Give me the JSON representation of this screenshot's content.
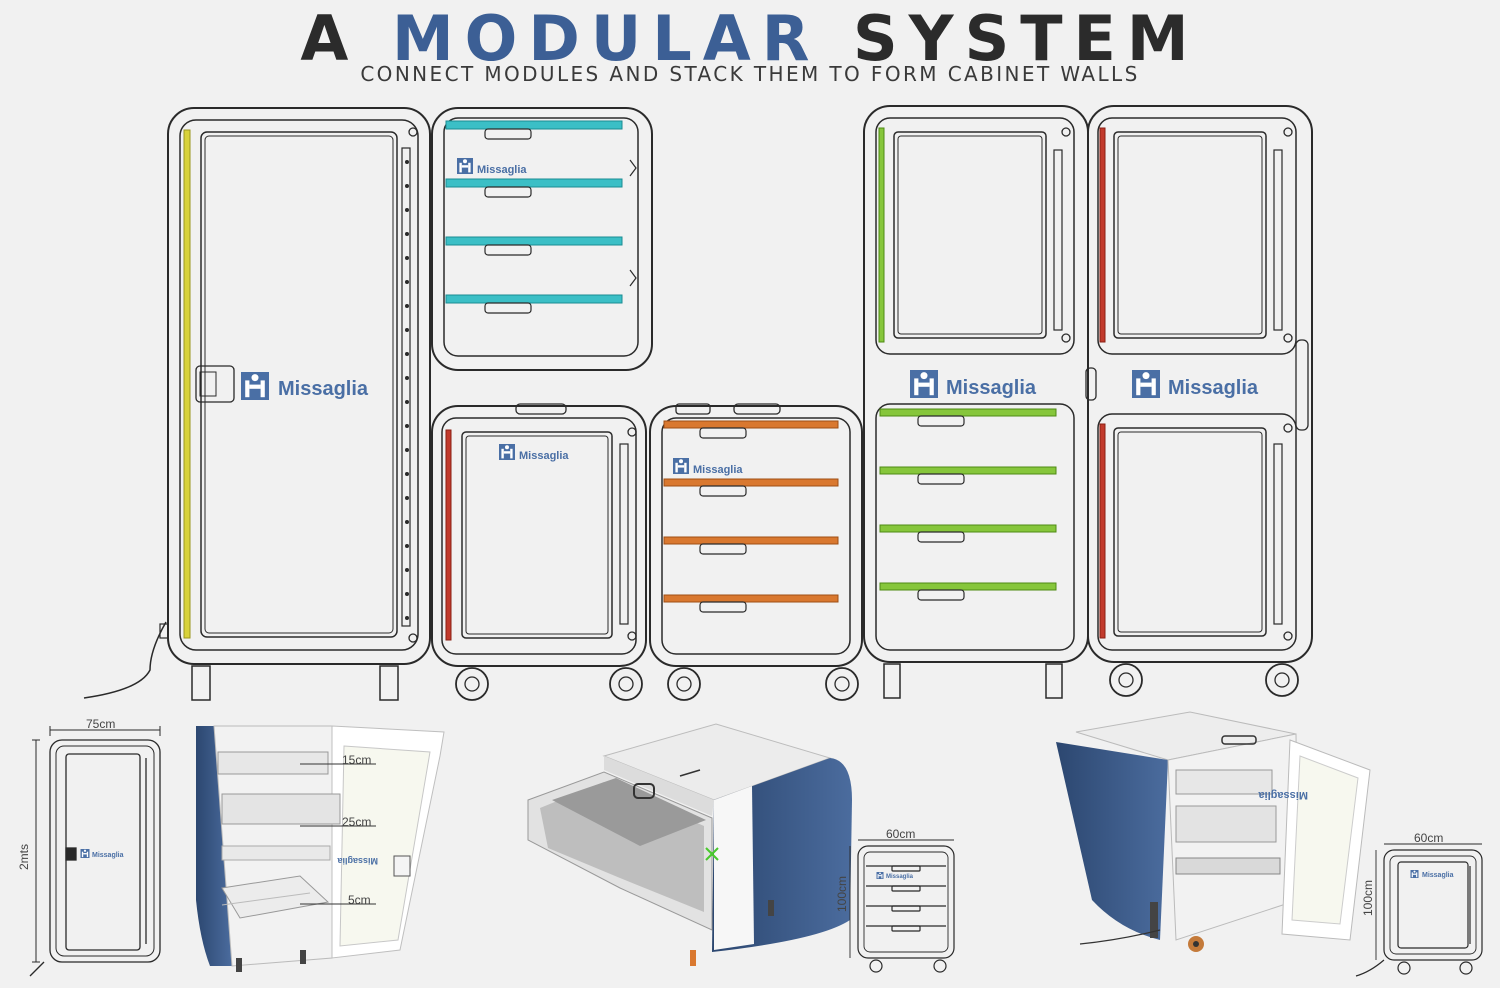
{
  "header": {
    "title_part1": "A",
    "title_part2": "MODULAR",
    "title_part3": "SYSTEM",
    "subtitle": "CONNECT MODULES AND STACK THEM TO FORM CABINET WALLS"
  },
  "brand": {
    "name": "Missaglia",
    "mirrored_name": "Missaglia",
    "color": "#4a6fa5"
  },
  "accent_colors": {
    "yellow": "#d8d23a",
    "cyan": "#3bbfc6",
    "red": "#c23a2c",
    "orange": "#d9782f",
    "green": "#86c63b",
    "navy": "#3c5f95"
  },
  "dimensions": {
    "tall_width": "75cm",
    "tall_height": "2mts",
    "shelf_15": "15cm",
    "shelf_25": "25cm",
    "shelf_5": "5cm",
    "drawer_width": "60cm",
    "drawer_height": "100cm",
    "door_width": "60cm",
    "door_height": "100cm"
  }
}
